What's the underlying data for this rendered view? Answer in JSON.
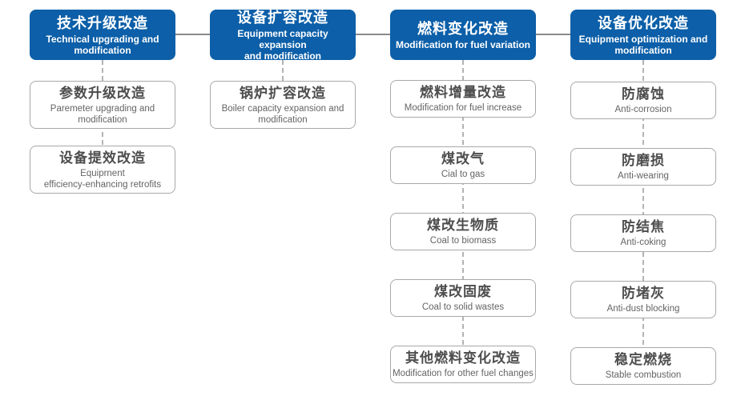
{
  "diagram": {
    "title": "Boiler retrofit category diagram",
    "colors": {
      "header_bg": "#0c5fa8",
      "header_text": "#ffffff",
      "connector_line": "#8a8a8a",
      "dashed_line": "#b3b3b3",
      "node_border": "#a8a8a8",
      "node_title_text": "#4d4d4d",
      "node_subtitle_text": "#646464"
    },
    "columns": [
      {
        "header": {
          "zh": "技术升级改造",
          "en": "Technical upgrading and\nmodification"
        },
        "children": [
          {
            "zh": "参数升级改造",
            "en": "Paremeter upgrading and\nmodification"
          },
          {
            "zh": "设备提效改造",
            "en": "Equiprnent\nefficiency-enhancing retrofits"
          }
        ]
      },
      {
        "header": {
          "zh": "设备扩容改造",
          "en": "Equipment capacity expansion\nand modification"
        },
        "children": [
          {
            "zh": "锅炉扩容改造",
            "en": "Boiler capacity expansion and\nmodification"
          }
        ]
      },
      {
        "header": {
          "zh": "燃料变化改造",
          "en": "Modification for fuel variation"
        },
        "children": [
          {
            "zh": "燃料增量改造",
            "en": "Modification for fuel increase"
          },
          {
            "zh": "煤改气",
            "en": "Cial to gas"
          },
          {
            "zh": "煤改生物质",
            "en": "Coal to biomass"
          },
          {
            "zh": "煤改固废",
            "en": "Coal to solid wastes"
          },
          {
            "zh": "其他燃料变化改造",
            "en": "Modification for other fuel changes"
          }
        ]
      },
      {
        "header": {
          "zh": "设备优化改造",
          "en": "Equipment optimization and\nmodification"
        },
        "children": [
          {
            "zh": "防腐蚀",
            "en": "Anti-corrosion"
          },
          {
            "zh": "防磨损",
            "en": "Anti-wearing"
          },
          {
            "zh": "防结焦",
            "en": "Anti-coking"
          },
          {
            "zh": "防堵灰",
            "en": "Anti-dust blocking"
          },
          {
            "zh": "稳定燃烧",
            "en": "Stable combustion"
          }
        ]
      }
    ]
  }
}
